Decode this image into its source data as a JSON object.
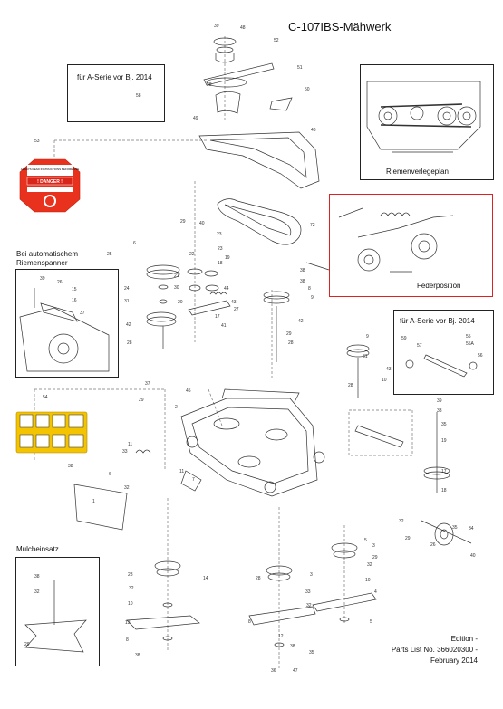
{
  "page": {
    "title": "C-107IBS-Mähwerk",
    "footer": {
      "line1": "Edition -",
      "line2": "Parts List No. 366020300 -",
      "line3": "February 2014"
    }
  },
  "insets": {
    "a_series_top": "für A-Serie vor Bj. 2014",
    "belt_routing": "Riemenverlegeplan",
    "spring_position": "Federposition",
    "auto_tensioner": "Bei automatischem Riemenspanner",
    "a_series_right": "für A-Serie vor Bj. 2014",
    "mulch_kit": "Mulcheinsatz"
  },
  "warning_label": {
    "header": "ALWAYS READ INSTRUCTIONS BEFORE USE",
    "danger": "! DANGER !",
    "colors": {
      "frame": "#e8321e",
      "danger": "#d8261a",
      "pictogram": "#f4c400"
    }
  },
  "part_numbers": [
    {
      "n": "39"
    },
    {
      "n": "48"
    },
    {
      "n": "52"
    },
    {
      "n": "38"
    },
    {
      "n": "51"
    },
    {
      "n": "50"
    },
    {
      "n": "58"
    },
    {
      "n": "49"
    },
    {
      "n": "46"
    },
    {
      "n": "53"
    },
    {
      "n": "72"
    },
    {
      "n": "29"
    },
    {
      "n": "40"
    },
    {
      "n": "6"
    },
    {
      "n": "23"
    },
    {
      "n": "23"
    },
    {
      "n": "19"
    },
    {
      "n": "22"
    },
    {
      "n": "18"
    },
    {
      "n": "25"
    },
    {
      "n": "24"
    },
    {
      "n": "31"
    },
    {
      "n": "17"
    },
    {
      "n": "44"
    },
    {
      "n": "21"
    },
    {
      "n": "30"
    },
    {
      "n": "20"
    },
    {
      "n": "43"
    },
    {
      "n": "27"
    },
    {
      "n": "42"
    },
    {
      "n": "28"
    },
    {
      "n": "41"
    },
    {
      "n": "38"
    },
    {
      "n": "39"
    },
    {
      "n": "26"
    },
    {
      "n": "15"
    },
    {
      "n": "16"
    },
    {
      "n": "37"
    },
    {
      "n": "38"
    },
    {
      "n": "8"
    },
    {
      "n": "9"
    },
    {
      "n": "42"
    },
    {
      "n": "29"
    },
    {
      "n": "28"
    },
    {
      "n": "54"
    },
    {
      "n": "45"
    },
    {
      "n": "2"
    },
    {
      "n": "37"
    },
    {
      "n": "29"
    },
    {
      "n": "11"
    },
    {
      "n": "33"
    },
    {
      "n": "32"
    },
    {
      "n": "11"
    },
    {
      "n": "7"
    },
    {
      "n": "1"
    },
    {
      "n": "38"
    },
    {
      "n": "6"
    },
    {
      "n": "9"
    },
    {
      "n": "31"
    },
    {
      "n": "43"
    },
    {
      "n": "10"
    },
    {
      "n": "28"
    },
    {
      "n": "59"
    },
    {
      "n": "57"
    },
    {
      "n": "55"
    },
    {
      "n": "55A"
    },
    {
      "n": "56"
    },
    {
      "n": "39"
    },
    {
      "n": "33"
    },
    {
      "n": "35"
    },
    {
      "n": "19"
    },
    {
      "n": "17"
    },
    {
      "n": "18"
    },
    {
      "n": "32"
    },
    {
      "n": "29"
    },
    {
      "n": "26"
    },
    {
      "n": "35"
    },
    {
      "n": "34"
    },
    {
      "n": "40"
    },
    {
      "n": "5"
    },
    {
      "n": "3"
    },
    {
      "n": "29"
    },
    {
      "n": "32"
    },
    {
      "n": "14"
    },
    {
      "n": "28"
    },
    {
      "n": "32"
    },
    {
      "n": "10"
    },
    {
      "n": "13"
    },
    {
      "n": "8"
    },
    {
      "n": "38"
    },
    {
      "n": "3"
    },
    {
      "n": "28"
    },
    {
      "n": "33"
    },
    {
      "n": "32"
    },
    {
      "n": "10"
    },
    {
      "n": "4"
    },
    {
      "n": "8"
    },
    {
      "n": "5"
    },
    {
      "n": "12"
    },
    {
      "n": "38"
    },
    {
      "n": "35"
    },
    {
      "n": "36"
    },
    {
      "n": "47"
    },
    {
      "n": "38"
    },
    {
      "n": "32"
    },
    {
      "n": "29"
    },
    {
      "n": "2"
    }
  ]
}
